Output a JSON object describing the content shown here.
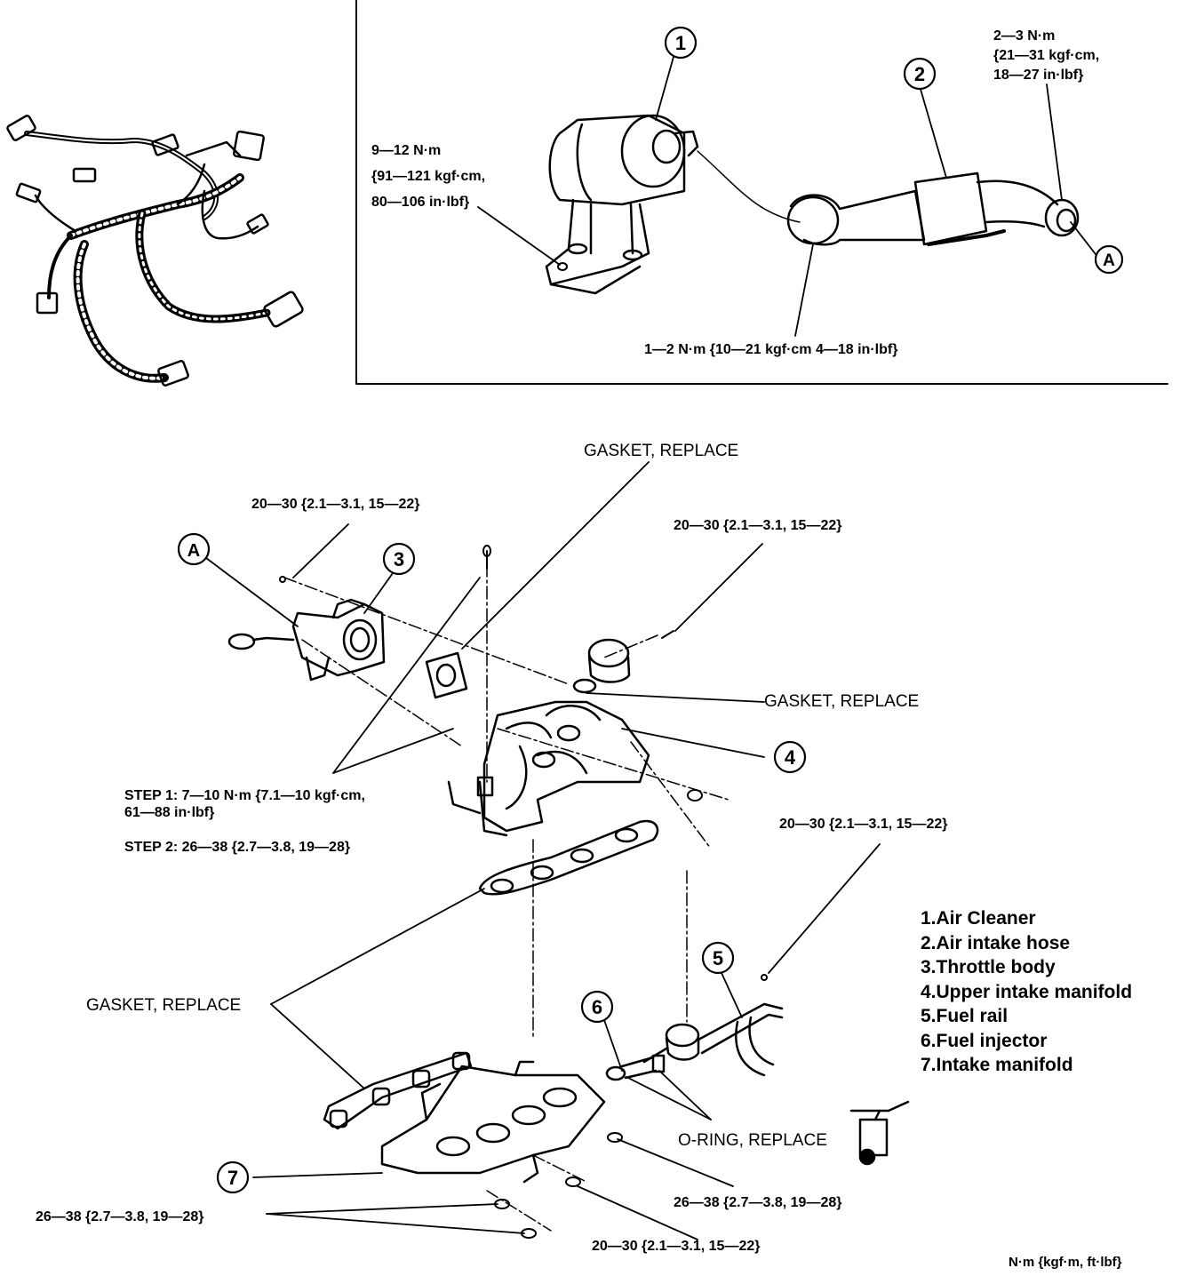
{
  "torque_labels": {
    "air_cleaner_mount": [
      "9—12 N·m",
      "{91—121 kgf·cm,",
      "80—106 in·lbf}"
    ],
    "hose_clamp_top": [
      "2—3 N·m",
      "{21—31 kgf·cm,",
      "18—27 in·lbf}"
    ],
    "hose_clamp_bottom": "1—2 N·m {10—21 kgf·cm 4—18 in·lbf}",
    "throttle_bolt": "20—30 {2.1—3.1, 15—22}",
    "egr_bolt": "20—30 {2.1—3.1, 15—22}",
    "fuel_rail_bolt": "20—30 {2.1—3.1, 15—22}",
    "step1": [
      "STEP 1: 7—10 N·m {7.1—10 kgf·cm,",
      "61—88 in·lbf}"
    ],
    "step2": "STEP 2: 26—38 {2.7—3.8, 19—28}",
    "intake_left": "26—38 {2.7—3.8, 19—28}",
    "intake_right": "26—38 {2.7—3.8, 19—28}",
    "intake_bottom": "20—30 {2.1—3.1, 15—22}",
    "units": "N·m {kgf·m, ft·lbf}"
  },
  "notes": {
    "gasket_top": "GASKET, REPLACE",
    "gasket_egr": "GASKET, REPLACE",
    "gasket_left": "GASKET, REPLACE",
    "oring": "O-RING, REPLACE"
  },
  "callouts": {
    "c1": "1",
    "c2": "2",
    "c3": "3",
    "c4": "4",
    "c5": "5",
    "c6": "6",
    "c7": "7",
    "a_top": "A",
    "a_main": "A"
  },
  "legend": [
    "1.Air Cleaner",
    "2.Air intake hose",
    "3.Throttle body",
    "4.Upper intake manifold",
    "5.Fuel rail",
    "6.Fuel injector",
    "7.Intake manifold"
  ]
}
